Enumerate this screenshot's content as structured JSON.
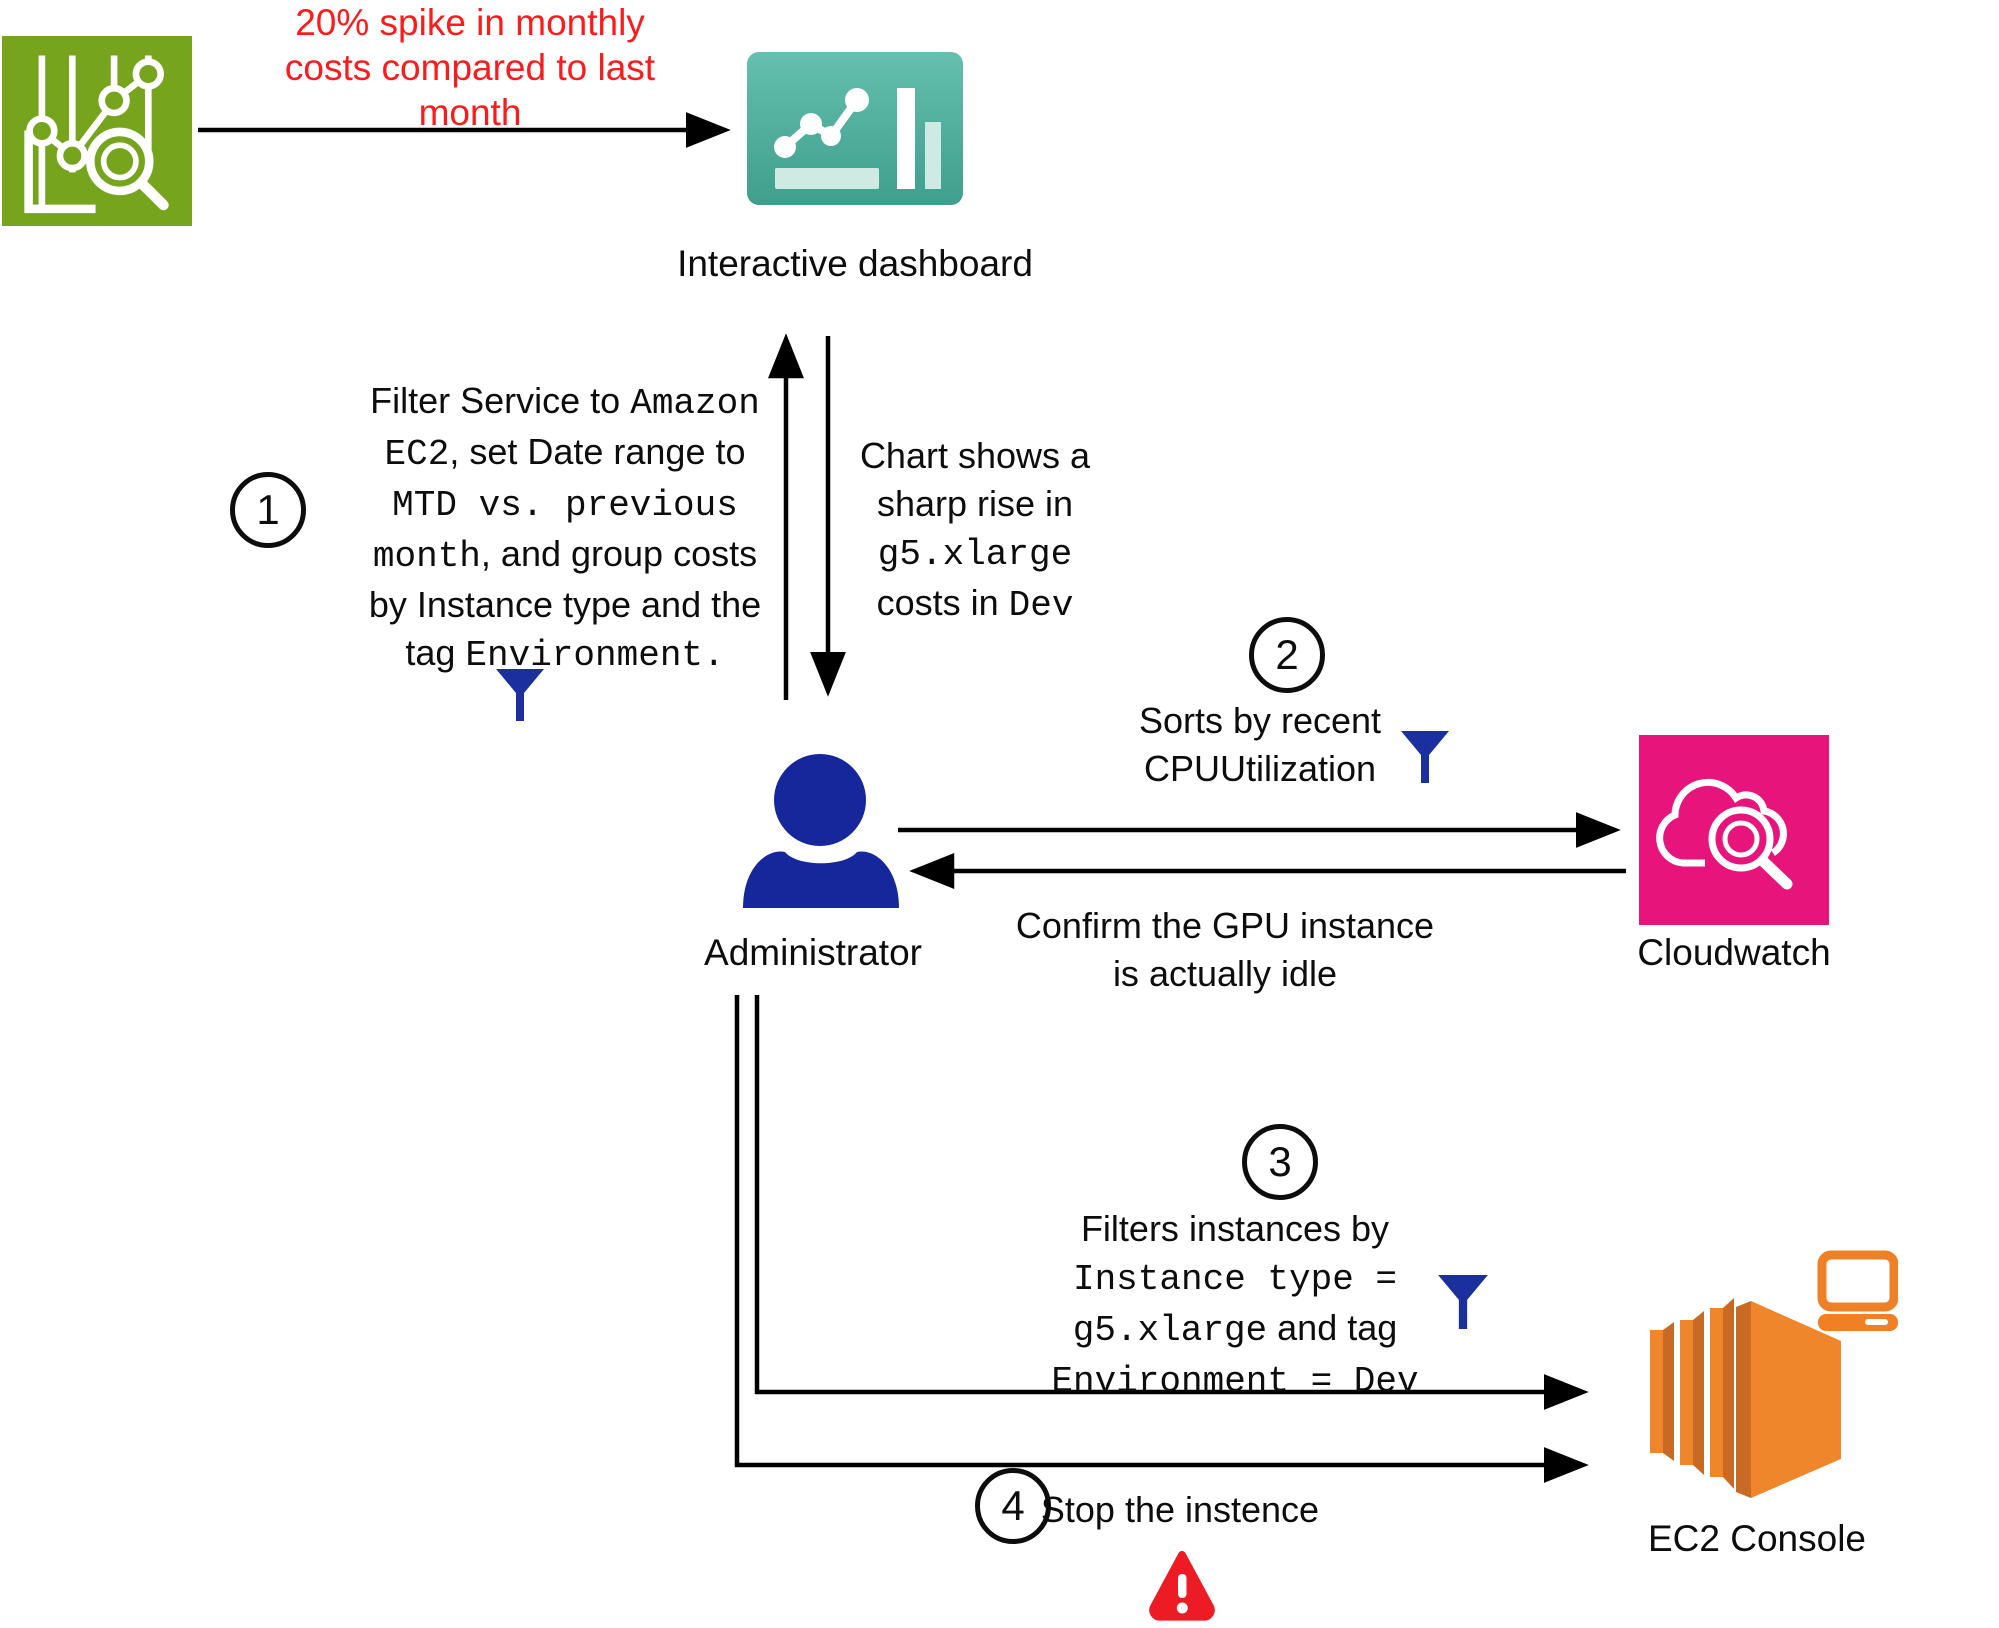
{
  "colors": {
    "cost_explorer_green": "#76a41c",
    "dashboard_teal_top": "#65c0ae",
    "dashboard_teal_bottom": "#3f9e8c",
    "dashboard_light": "#cfeae3",
    "admin_navy": "#16279b",
    "funnel_blue": "#1b2f9f",
    "cloudwatch_pink": "#e7157b",
    "ec2_orange": "#f0862c",
    "ec2_orange_dark": "#c96a24",
    "laptop_orange": "#ef8026",
    "alert_red_text": "#fb1b1c",
    "warning_red": "#ed1c24",
    "arrow_black": "#000000"
  },
  "icons": {
    "cost_explorer": "cost-analysis-chart-magnifier-icon",
    "dashboard": "dashboard-chart-icon",
    "administrator": "person-icon",
    "cloudwatch": "cloud-magnifier-icon",
    "ec2": "ec2-slabs-icon",
    "laptop": "laptop-icon",
    "funnel": "filter-funnel-icon",
    "warning": "warning-triangle-icon"
  },
  "spike_note": {
    "lines": [
      "20% spike in monthly",
      "costs compared to last",
      "month"
    ]
  },
  "nodes": {
    "dashboard": {
      "label": "Interactive dashboard"
    },
    "administrator": {
      "label": "Administrator"
    },
    "cloudwatch": {
      "label": "Cloudwatch"
    },
    "ec2": {
      "label": "EC2 Console"
    }
  },
  "step1": {
    "num": "1",
    "lines": [
      [
        {
          "t": "Filter Service to ",
          "mono": false
        },
        {
          "t": "Amazon",
          "mono": true
        }
      ],
      [
        {
          "t": "EC2",
          "mono": true
        },
        {
          "t": ", set Date range to",
          "mono": false
        }
      ],
      [
        {
          "t": "MTD vs. previous",
          "mono": true
        }
      ],
      [
        {
          "t": "month",
          "mono": true
        },
        {
          "t": ", and group costs",
          "mono": false
        }
      ],
      [
        {
          "t": "by Instance type and the",
          "mono": false
        }
      ],
      [
        {
          "t": "tag ",
          "mono": false
        },
        {
          "t": "Environment.",
          "mono": true
        }
      ]
    ]
  },
  "chart_note": {
    "lines": [
      [
        {
          "t": "Chart shows a",
          "mono": false
        }
      ],
      [
        {
          "t": "sharp rise in",
          "mono": false
        }
      ],
      [
        {
          "t": "g5.xlarge",
          "mono": true
        }
      ],
      [
        {
          "t": "costs in ",
          "mono": false
        },
        {
          "t": "Dev",
          "mono": true
        }
      ]
    ]
  },
  "step2": {
    "num": "2",
    "lines": [
      [
        {
          "t": "Sorts by recent",
          "mono": false
        }
      ],
      [
        {
          "t": "CPUUtilization",
          "mono": false
        }
      ]
    ]
  },
  "confirm_note": {
    "lines": [
      [
        {
          "t": "Confirm the GPU instance",
          "mono": false
        }
      ],
      [
        {
          "t": "is actually idle",
          "mono": false
        }
      ]
    ]
  },
  "step3": {
    "num": "3",
    "lines": [
      [
        {
          "t": "Filters instances by",
          "mono": false
        }
      ],
      [
        {
          "t": "Instance type =",
          "mono": true
        }
      ],
      [
        {
          "t": "g5.xlarge",
          "mono": true
        },
        {
          "t": " and tag",
          "mono": false
        }
      ],
      [
        {
          "t": "Environment = Dev",
          "mono": true
        }
      ]
    ]
  },
  "step4": {
    "num": "4",
    "label": "Stop the instence"
  }
}
